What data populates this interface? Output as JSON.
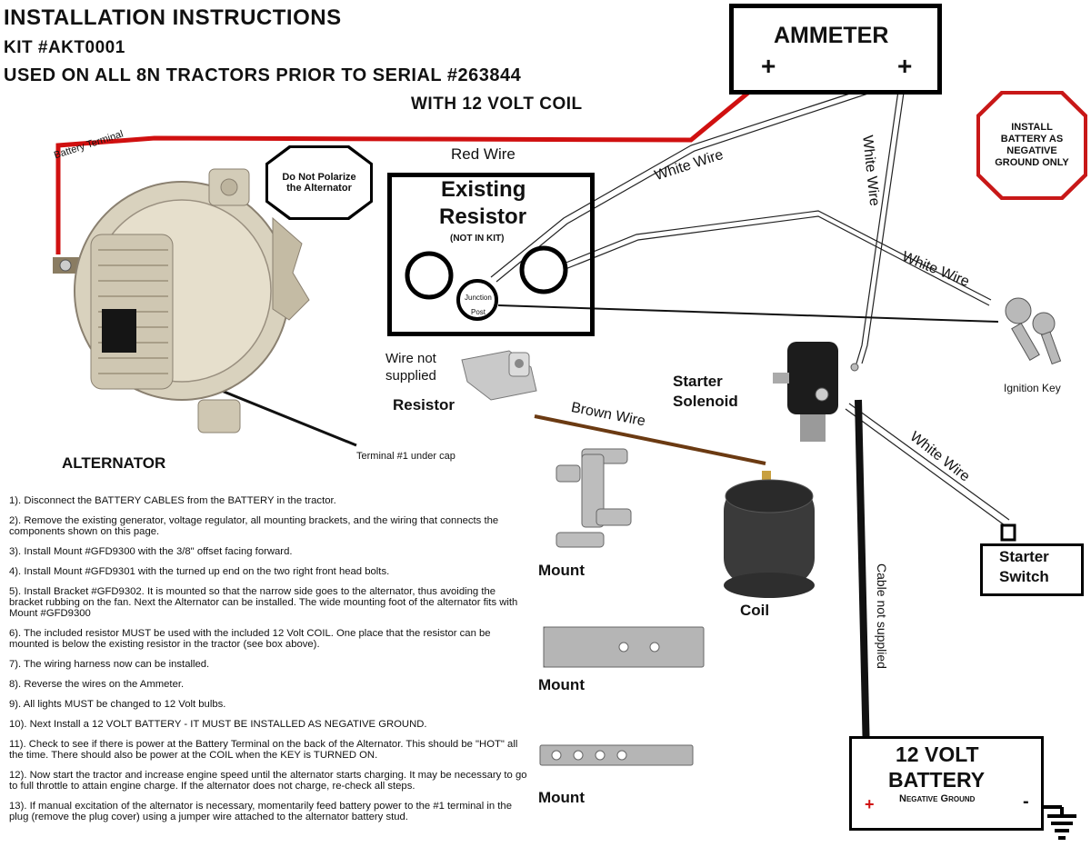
{
  "header": {
    "title": "INSTALLATION INSTRUCTIONS",
    "kit": "KIT #AKT0001",
    "used_on": "USED ON ALL 8N TRACTORS PRIOR TO SERIAL #263844",
    "coil_note": "WITH 12 VOLT COIL"
  },
  "ammeter": {
    "label": "AMMETER",
    "plus_left": "+",
    "plus_right": "+"
  },
  "polarize_note": "Do Not Polarize the Alternator",
  "ground_note": "INSTALL BATTERY AS NEGATIVE GROUND ONLY",
  "resistor_box": {
    "title_line1": "Existing",
    "title_line2": "Resistor",
    "note": "(NOT IN KIT)",
    "junction_line1": "Junction",
    "junction_line2": "Post"
  },
  "wires": {
    "battery_terminal": "Battery Terminal",
    "red": "Red Wire",
    "white1": "White Wire",
    "white2": "White Wire",
    "white3": "White Wire",
    "white4": "White Wire",
    "brown": "Brown Wire",
    "not_supplied_line1": "Wire not",
    "not_supplied_line2": "supplied",
    "cable_not_supplied": "Cable not supplied"
  },
  "components": {
    "alternator": "ALTERNATOR",
    "terminal1": "Terminal #1 under cap",
    "resistor": "Resistor",
    "solenoid_line1": "Starter",
    "solenoid_line2": "Solenoid",
    "ignition_key": "Ignition Key",
    "coil": "Coil",
    "mount1": "Mount",
    "mount2": "Mount",
    "mount3": "Mount",
    "starter_switch_line1": "Starter",
    "starter_switch_line2": "Switch"
  },
  "battery": {
    "line1": "12 VOLT",
    "line2": "BATTERY",
    "sub": "Negative Ground",
    "plus": "+",
    "minus": "-"
  },
  "steps": [
    "1). Disconnect the BATTERY CABLES from the BATTERY in the tractor.",
    "2). Remove the existing generator, voltage regulator, all mounting brackets, and the wiring that connects the components shown on this page.",
    "3). Install Mount #GFD9300 with the 3/8\" offset facing forward.",
    "4). Install Mount #GFD9301 with the turned up end on the two right front head bolts.",
    "5). Install Bracket #GFD9302. It is mounted so that the narrow side goes to the alternator, thus avoiding the bracket rubbing on the fan. Next the Alternator can be installed. The wide mounting foot of the alternator fits with Mount #GFD9300",
    "6). The included resistor MUST be used with the included 12 Volt COIL. One place that the resistor can be mounted is below the existing resistor in the tractor (see box above).",
    "7). The wiring harness now can be installed.",
    "8). Reverse the wires on the Ammeter.",
    "9). All lights MUST be changed to 12 Volt bulbs.",
    "10). Next Install a 12 VOLT BATTERY - IT MUST BE INSTALLED AS NEGATIVE GROUND.",
    "11). Check to see if there is power at the Battery Terminal on the back of the Alternator. This should be \"HOT\" all the time. There should also be power at the COIL when the KEY is TURNED ON.",
    "12). Now start the tractor and increase engine speed until the alternator starts charging. It may be necessary to go to full throttle to attain engine charge. If the alternator does not charge, re-check all steps.",
    "13). If manual excitation of the alternator is necessary, momentarily feed battery power to the #1 terminal in the plug (remove the plug cover) using a jumper wire attached to the alternator battery stud."
  ],
  "colors": {
    "red_wire": "#d01010",
    "brown_wire": "#6b3a12",
    "stop_border": "#c81818"
  }
}
